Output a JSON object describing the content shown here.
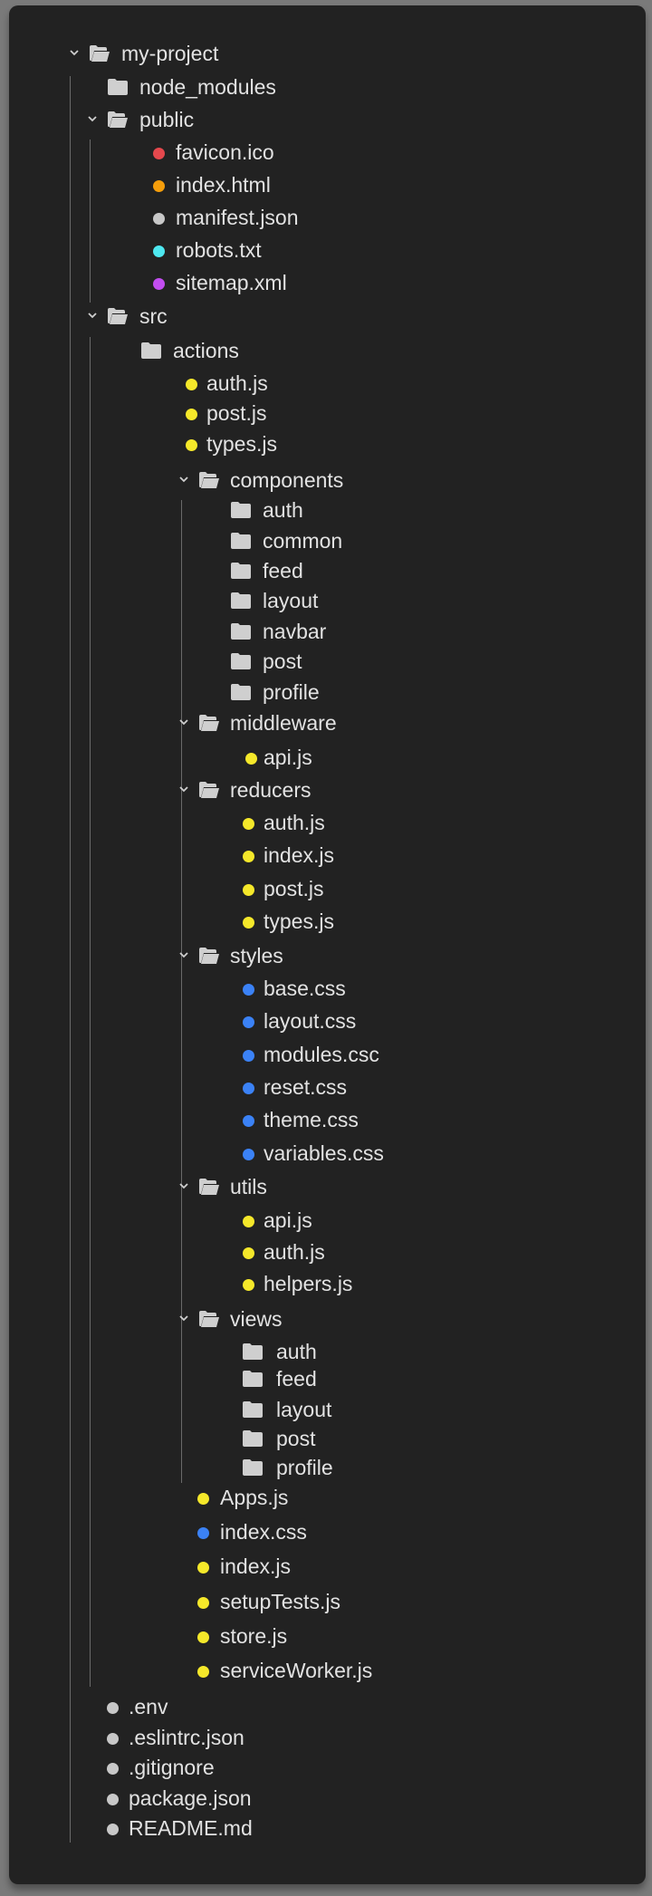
{
  "tree": [
    {
      "name": "my-project",
      "kind": "folder-open"
    },
    {
      "name": "node_modules",
      "kind": "folder"
    },
    {
      "name": "public",
      "kind": "folder-open"
    },
    {
      "name": "favicon.ico",
      "kind": "file",
      "color": "#e5484d"
    },
    {
      "name": "index.html",
      "kind": "file",
      "color": "#f59e0b"
    },
    {
      "name": "manifest.json",
      "kind": "file",
      "color": "#c8c8c8"
    },
    {
      "name": "robots.txt",
      "kind": "file",
      "color": "#4ee8f0"
    },
    {
      "name": "sitemap.xml",
      "kind": "file",
      "color": "#c24df0"
    },
    {
      "name": "src",
      "kind": "folder-open"
    },
    {
      "name": "actions",
      "kind": "folder"
    },
    {
      "name": "auth.js",
      "kind": "file",
      "color": "#f5e82a"
    },
    {
      "name": "post.js",
      "kind": "file",
      "color": "#f5e82a"
    },
    {
      "name": "types.js",
      "kind": "file",
      "color": "#f5e82a"
    },
    {
      "name": "components",
      "kind": "folder-open"
    },
    {
      "name": "auth",
      "kind": "folder"
    },
    {
      "name": "common",
      "kind": "folder"
    },
    {
      "name": "feed",
      "kind": "folder"
    },
    {
      "name": "layout",
      "kind": "folder"
    },
    {
      "name": "navbar",
      "kind": "folder"
    },
    {
      "name": "post",
      "kind": "folder"
    },
    {
      "name": "profile",
      "kind": "folder"
    },
    {
      "name": "middleware",
      "kind": "folder-open"
    },
    {
      "name": "api.js",
      "kind": "file",
      "color": "#f5e82a"
    },
    {
      "name": "reducers",
      "kind": "folder-open"
    },
    {
      "name": "auth.js",
      "kind": "file",
      "color": "#f5e82a"
    },
    {
      "name": "index.js",
      "kind": "file",
      "color": "#f5e82a"
    },
    {
      "name": "post.js",
      "kind": "file",
      "color": "#f5e82a"
    },
    {
      "name": "types.js",
      "kind": "file",
      "color": "#f5e82a"
    },
    {
      "name": "styles",
      "kind": "folder-open"
    },
    {
      "name": "base.css",
      "kind": "file",
      "color": "#3b82f6"
    },
    {
      "name": "layout.css",
      "kind": "file",
      "color": "#3b82f6"
    },
    {
      "name": "modules.csc",
      "kind": "file",
      "color": "#3b82f6"
    },
    {
      "name": "reset.css",
      "kind": "file",
      "color": "#3b82f6"
    },
    {
      "name": "theme.css",
      "kind": "file",
      "color": "#3b82f6"
    },
    {
      "name": "variables.css",
      "kind": "file",
      "color": "#3b82f6"
    },
    {
      "name": "utils",
      "kind": "folder-open"
    },
    {
      "name": "api.js",
      "kind": "file",
      "color": "#f5e82a"
    },
    {
      "name": "auth.js",
      "kind": "file",
      "color": "#f5e82a"
    },
    {
      "name": "helpers.js",
      "kind": "file",
      "color": "#f5e82a"
    },
    {
      "name": "views",
      "kind": "folder-open"
    },
    {
      "name": "auth",
      "kind": "folder"
    },
    {
      "name": "feed",
      "kind": "folder"
    },
    {
      "name": "layout",
      "kind": "folder"
    },
    {
      "name": "post",
      "kind": "folder"
    },
    {
      "name": "profile",
      "kind": "folder"
    },
    {
      "name": "Apps.js",
      "kind": "file",
      "color": "#f5e82a"
    },
    {
      "name": "index.css",
      "kind": "file",
      "color": "#3b82f6"
    },
    {
      "name": "index.js",
      "kind": "file",
      "color": "#f5e82a"
    },
    {
      "name": "setupTests.js",
      "kind": "file",
      "color": "#f5e82a"
    },
    {
      "name": "store.js",
      "kind": "file",
      "color": "#f5e82a"
    },
    {
      "name": "serviceWorker.js",
      "kind": "file",
      "color": "#f5e82a"
    },
    {
      "name": ".env",
      "kind": "file",
      "color": "#c8c8c8"
    },
    {
      "name": ".eslintrc.json",
      "kind": "file",
      "color": "#c8c8c8"
    },
    {
      "name": ".gitignore",
      "kind": "file",
      "color": "#c8c8c8"
    },
    {
      "name": "package.json",
      "kind": "file",
      "color": "#c8c8c8"
    },
    {
      "name": "README.md",
      "kind": "file",
      "color": "#c8c8c8"
    }
  ]
}
